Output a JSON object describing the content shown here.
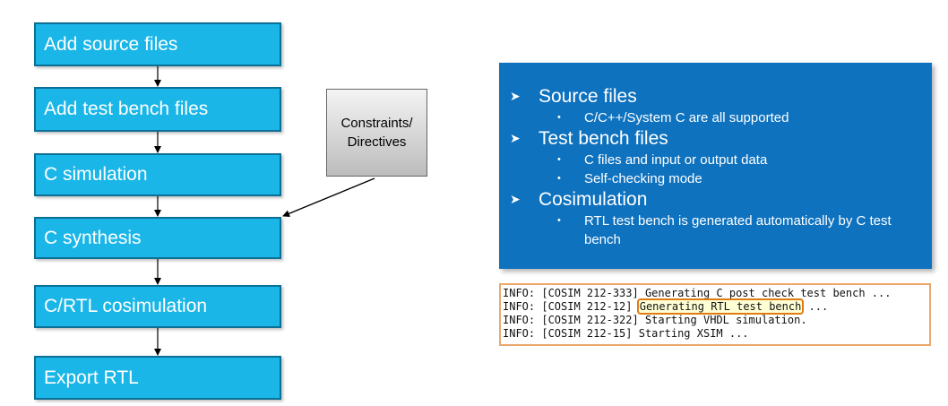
{
  "flow": {
    "steps": [
      "Add source files",
      "Add test bench files",
      "C simulation",
      "C synthesis",
      "C/RTL cosimulation",
      "Export RTL"
    ]
  },
  "constraints": {
    "line1": "Constraints/",
    "line2": "Directives"
  },
  "panel": {
    "sections": [
      {
        "heading": "Source files",
        "bullets": [
          "C/C++/System C are all supported"
        ]
      },
      {
        "heading": "Test bench files",
        "bullets": [
          "C files and input or output data",
          "Self-checking mode"
        ]
      },
      {
        "heading": "Cosimulation",
        "bullets": [
          "RTL test bench is generated automatically by C test bench"
        ]
      }
    ]
  },
  "console": {
    "lines": [
      {
        "prefix": "INFO: [COSIM 212-333] Generating C post check test bench ...",
        "highlight": "",
        "suffix": ""
      },
      {
        "prefix": "INFO: [COSIM 212-12] ",
        "highlight": "Generating RTL test bench",
        "suffix": " ..."
      },
      {
        "prefix": "INFO: [COSIM 212-322] Starting VHDL simulation.",
        "highlight": "",
        "suffix": ""
      },
      {
        "prefix": "INFO: [COSIM 212-15] Starting XSIM ...",
        "highlight": "",
        "suffix": ""
      }
    ]
  },
  "colors": {
    "box_fill": "#1ab6e8",
    "box_border": "#0c6f96",
    "panel": "#0e72bf",
    "highlight": "#e07b12"
  }
}
